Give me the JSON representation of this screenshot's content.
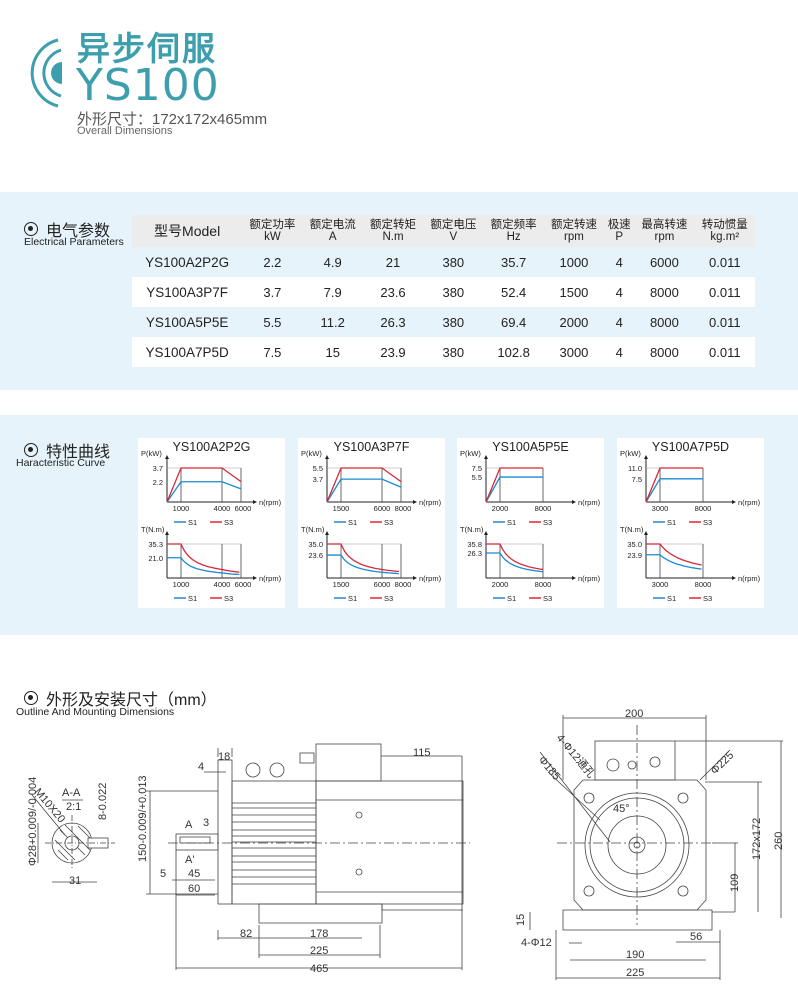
{
  "header": {
    "title_cn": "异步伺服",
    "title_model": "YS100",
    "dims_cn": "外形尺寸：172x172x465mm",
    "dims_en": "Overall Dimensions",
    "accent": "#3d9fad"
  },
  "electrical": {
    "heading_cn": "电气参数",
    "heading_en": "Electrical Parameters",
    "columns": [
      {
        "l1": "型号Model",
        "l2": ""
      },
      {
        "l1": "额定功率",
        "l2": "kW"
      },
      {
        "l1": "额定电流",
        "l2": "A"
      },
      {
        "l1": "额定转矩",
        "l2": "N.m"
      },
      {
        "l1": "额定电压",
        "l2": "V"
      },
      {
        "l1": "额定频率",
        "l2": "Hz"
      },
      {
        "l1": "额定转速",
        "l2": "rpm"
      },
      {
        "l1": "极速",
        "l2": "P"
      },
      {
        "l1": "最高转速",
        "l2": "rpm"
      },
      {
        "l1": "转动惯量",
        "l2": "kg.m²"
      }
    ],
    "rows": [
      [
        "YS100A2P2G",
        "2.2",
        "4.9",
        "21",
        "380",
        "35.7",
        "1000",
        "4",
        "6000",
        "0.011"
      ],
      [
        "YS100A3P7F",
        "3.7",
        "7.9",
        "23.6",
        "380",
        "52.4",
        "1500",
        "4",
        "8000",
        "0.011"
      ],
      [
        "YS100A5P5E",
        "5.5",
        "11.2",
        "26.3",
        "380",
        "69.4",
        "2000",
        "4",
        "8000",
        "0.011"
      ],
      [
        "YS100A7P5D",
        "7.5",
        "15",
        "23.9",
        "380",
        "102.8",
        "3000",
        "4",
        "8000",
        "0.011"
      ]
    ]
  },
  "curves": {
    "heading_cn": "特性曲线",
    "heading_en": "Haracteristic Curve"
  },
  "chart_data": [
    {
      "type": "line",
      "title": "YS100A2P2G",
      "p_label": "P(kW)",
      "t_label": "T(N.m)",
      "x_label": "n(rpm)",
      "x_ticks": [
        "1000",
        "4000",
        "6000"
      ],
      "base": 1000,
      "corner": 4000,
      "max": 6000,
      "p_s1": 2.2,
      "p_s3": 3.7,
      "p_ticks": [
        "3.7",
        "2.2"
      ],
      "t_s1": 21.0,
      "t_s3": 35.3,
      "t_ticks": [
        "35.3",
        "21.0"
      ],
      "legend": [
        "S1",
        "S3"
      ]
    },
    {
      "type": "line",
      "title": "YS100A3P7F",
      "p_label": "P(kW)",
      "t_label": "T(N.m)",
      "x_label": "n(rpm)",
      "x_ticks": [
        "1500",
        "6000",
        "8000"
      ],
      "base": 1500,
      "corner": 6000,
      "max": 8000,
      "p_s1": 3.7,
      "p_s3": 5.5,
      "p_ticks": [
        "5.5",
        "3.7"
      ],
      "t_s1": 23.6,
      "t_s3": 35.0,
      "t_ticks": [
        "35.0",
        "23.6"
      ],
      "legend": [
        "S1",
        "S3"
      ]
    },
    {
      "type": "line",
      "title": "YS100A5P5E",
      "p_label": "P(kW)",
      "t_label": "T(N.m)",
      "x_label": "n(rpm)",
      "x_ticks": [
        "2000",
        "8000"
      ],
      "base": 2000,
      "corner": null,
      "max": 8000,
      "p_s1": 5.5,
      "p_s3": 7.5,
      "p_ticks": [
        "7.5",
        "5.5"
      ],
      "t_s1": 26.3,
      "t_s3": 35.8,
      "t_ticks": [
        "35.8",
        "26.3"
      ],
      "legend": [
        "S1",
        "S3"
      ]
    },
    {
      "type": "line",
      "title": "YS100A7P5D",
      "p_label": "P(kW)",
      "t_label": "T(N.m)",
      "x_label": "n(rpm)",
      "x_ticks": [
        "3000",
        "8000"
      ],
      "base": 3000,
      "corner": null,
      "max": 8000,
      "p_s1": 7.5,
      "p_s3": 11.0,
      "p_ticks": [
        "11.0",
        "7.5"
      ],
      "t_s1": 23.9,
      "t_s3": 35.0,
      "t_ticks": [
        "35.0",
        "23.9"
      ],
      "legend": [
        "S1",
        "S3"
      ]
    }
  ],
  "colors": {
    "s1": "#1a8ad4",
    "s3": "#d8283a"
  },
  "outline": {
    "heading_cn": "外形及安装尺寸（mm）",
    "heading_en": "Outline And Mounting Dimensions",
    "side": {
      "d18": "18",
      "d4": "4",
      "d115": "115",
      "aa": "A-A",
      "scale": "2:1",
      "m10": "M10X20",
      "key": "8-0.022",
      "shaft": "Φ28+0.009/-0.004",
      "d31": "31",
      "flange": "150-0.009/+0.013",
      "a1": "A",
      "d3": "3",
      "a2": "A'",
      "d5": "5",
      "d45": "45",
      "d60": "60",
      "d82": "82",
      "d178": "178",
      "d225": "225",
      "d465": "465"
    },
    "front": {
      "d200": "200",
      "d185": "Φ185",
      "holes": "4-Φ12通孔",
      "ang": "45°",
      "d225c": "Φ225",
      "sq": "172x172",
      "d260": "260",
      "d109": "109",
      "d15": "15",
      "d56": "56",
      "feet": "4-Φ12",
      "d190": "190",
      "d225": "225"
    }
  }
}
